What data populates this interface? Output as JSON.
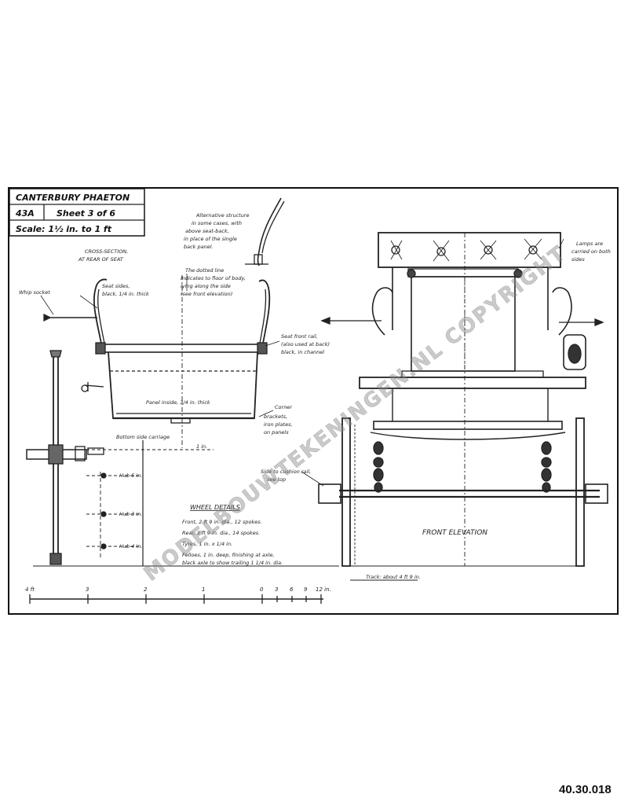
{
  "title_block": {
    "title": "CANTERBURY PHAETON",
    "sheet_ref": "43A",
    "sheet": "Sheet 3 of 6",
    "scale": "Scale: 1½ in. to 1 ft"
  },
  "labels": {
    "cross_section": "CROSS-SECTION,",
    "cross_section_2": "AT REAR OF SEAT",
    "alternative_1": "Alternative structure",
    "alternative_2": "in some cases, with",
    "alternative_3": "above seat-back,",
    "alternative_4": "in place of the single",
    "alternative_5": "back panel.",
    "seat_sides": "Seat sides,",
    "seat_sides_2": "black, 1/4 in. thick",
    "whip_socket": "Whip socket",
    "dotted_line_1": "The dotted line",
    "dotted_line_2": "indicates to floor of body,",
    "dotted_line_3": "lying along the side",
    "dotted_line_4": "(see front elevation)",
    "seat_front": "Seat front rail,",
    "seat_front_2": "(also used at back)",
    "seat_front_3": "black, in channel",
    "lamp_socket": "Lamps are",
    "lamp_socket_2": "carried on both",
    "lamp_socket_3": "sides",
    "panel_note": "Panel inside, 3/4 in. thick",
    "bottom_carriage": "Bottom side carriage",
    "corner_1": "Corner",
    "corner_2": "brackets,",
    "corner_3": "iron plates,",
    "corner_4": "on panels",
    "dim_1": "1 in.",
    "side_rail": "Side to cushion rail,",
    "side_rail_2": "see top",
    "wheel_details": "WHEEL DETAILS",
    "wheel_1": "Front, 2 ft 9 in. dia., 12 spokes.",
    "wheel_2": "Rear, 3 ft 9 in. dia., 14 spokes.",
    "wheel_3": "Tyres, 1 in. x 1/4 in.",
    "wheel_4": "Felloes, 1 in. deep, finishing at axle,",
    "wheel_5": "black axle to show trailing 1 1/4 in. dia.",
    "hub_1": "Hub 5 in.",
    "hub_2": "Hub 3 in.",
    "hub_3": "Hub 4 in.",
    "front_elevation": "FRONT ELEVATION",
    "scale_note": "Track: about 4 ft 9 in."
  },
  "scale_bar": {
    "ticks": [
      "4 ft",
      "3",
      "2",
      "1",
      "0",
      "3",
      "6",
      "9",
      "12 in."
    ]
  },
  "watermark": "MODELBOUWTEKENINGEN.NL COPYRIGHT",
  "catalog_number": "40.30.018",
  "colors": {
    "ink": "#222222",
    "border": "#111111",
    "watermark": "#8a8a8a",
    "paper": "#ffffff"
  }
}
